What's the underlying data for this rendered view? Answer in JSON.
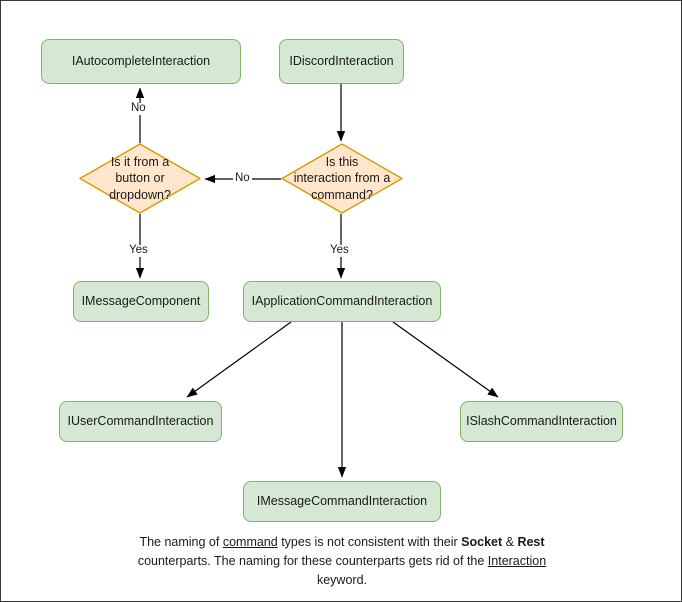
{
  "diagram": {
    "title": "Discord Interaction type hierarchy flowchart",
    "colors": {
      "process_fill": "#d5e8d4",
      "process_stroke": "#82b366",
      "decision_fill": "#ffe6cc",
      "decision_stroke": "#d79b00",
      "edge_stroke": "#000000",
      "text": "#1a1a1a",
      "page_border": "#3a3a3a"
    },
    "nodes": [
      {
        "id": "autocomplete",
        "type": "process",
        "label": "IAutocompleteInteraction"
      },
      {
        "id": "discord",
        "type": "process",
        "label": "IDiscordInteraction"
      },
      {
        "id": "decision_button",
        "type": "decision",
        "label": "Is it from a\nbutton or\ndropdown?"
      },
      {
        "id": "decision_command",
        "type": "decision",
        "label": "Is this\ninteraction from a\ncommand?"
      },
      {
        "id": "messagecomponent",
        "type": "process",
        "label": "IMessageComponent"
      },
      {
        "id": "appcommand",
        "type": "process",
        "label": "IApplicationCommandInteraction"
      },
      {
        "id": "usercommand",
        "type": "process",
        "label": "IUserCommandInteraction"
      },
      {
        "id": "slashcommand",
        "type": "process",
        "label": "ISlashCommandInteraction"
      },
      {
        "id": "messagecommand",
        "type": "process",
        "label": "IMessageCommandInteraction"
      }
    ],
    "edge_labels": {
      "no_up": "No",
      "no_left": "No",
      "yes_left": "Yes",
      "yes_right": "Yes"
    },
    "edges": [
      {
        "from": "decision_button",
        "to": "autocomplete",
        "label": "No"
      },
      {
        "from": "discord",
        "to": "decision_command",
        "label": ""
      },
      {
        "from": "decision_command",
        "to": "decision_button",
        "label": "No"
      },
      {
        "from": "decision_button",
        "to": "messagecomponent",
        "label": "Yes"
      },
      {
        "from": "decision_command",
        "to": "appcommand",
        "label": "Yes"
      },
      {
        "from": "appcommand",
        "to": "usercommand",
        "label": ""
      },
      {
        "from": "appcommand",
        "to": "messagecommand",
        "label": ""
      },
      {
        "from": "appcommand",
        "to": "slashcommand",
        "label": ""
      }
    ],
    "caption": {
      "line1_part1": "The naming of ",
      "line1_underlined": "command",
      "line1_part2": " types is not consistent with their",
      "line2_bold1": "Socket",
      "line2_mid": " & ",
      "line2_bold2": "Rest",
      "line2_rest": " counterparts. The naming for these",
      "line3_part1": "counterparts gets rid of the ",
      "line3_underlined": "Interaction",
      "line3_part2": " keyword."
    }
  }
}
